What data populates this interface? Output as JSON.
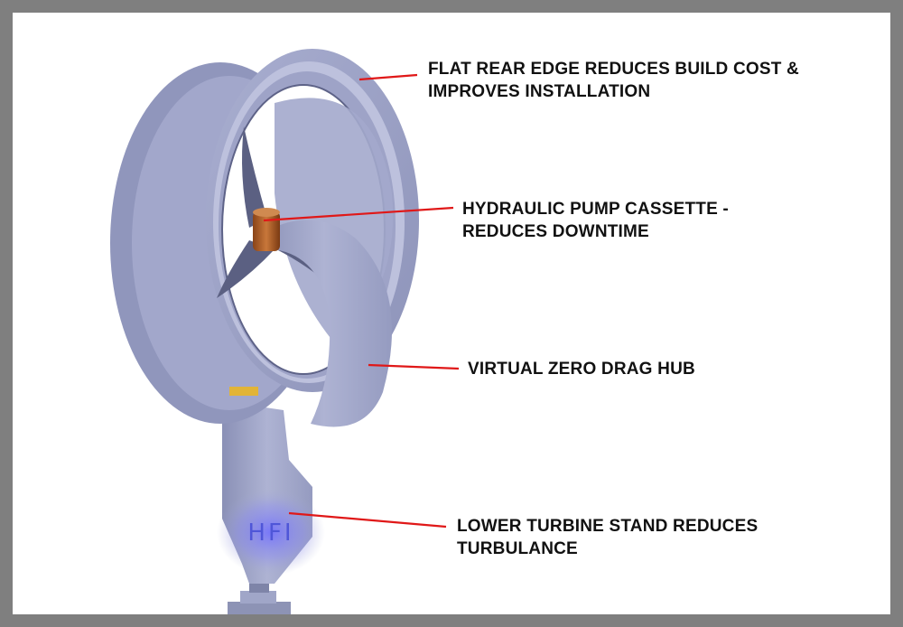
{
  "logo_text": "HFI",
  "callouts": [
    {
      "line1": "FLAT REAR EDGE REDUCES BUILD COST &",
      "line2": "IMPROVES INSTALLATION"
    },
    {
      "line1": "HYDRAULIC PUMP CASSETTE -",
      "line2": "REDUCES DOWNTIME"
    },
    {
      "line1": "VIRTUAL ZERO DRAG HUB",
      "line2": ""
    },
    {
      "line1": "LOWER TURBINE STAND REDUCES",
      "line2": "TURBULANCE"
    }
  ],
  "colors": {
    "leader_line": "#e01818",
    "turbine_body": "#9da3c6",
    "pump_cassette": "#b8642a",
    "logo_glow": "#5a5cff"
  }
}
